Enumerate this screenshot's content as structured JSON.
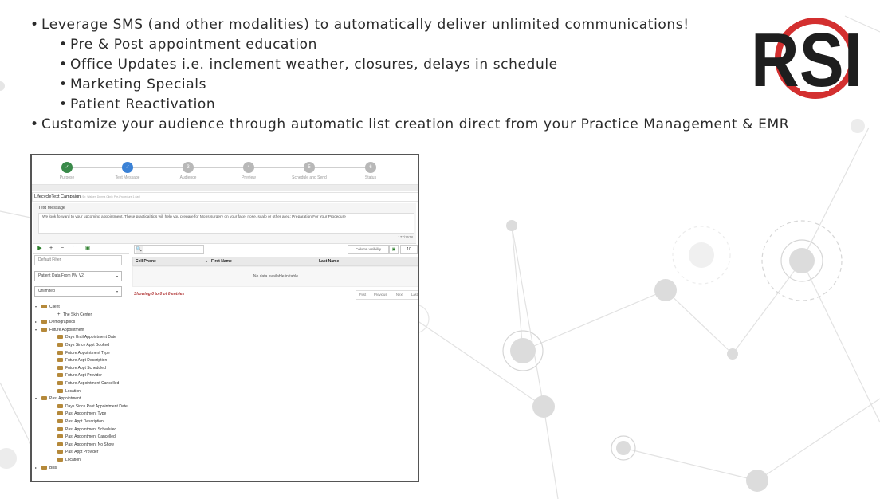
{
  "bullets": [
    {
      "level": 0,
      "text": "Leverage SMS (and other modalities) to automatically deliver unlimited communications!"
    },
    {
      "level": 1,
      "text": "Pre & Post appointment education"
    },
    {
      "level": 1,
      "text": "Office Updates i.e. inclement weather, closures, delays in schedule"
    },
    {
      "level": 1,
      "text": "Marketing Specials"
    },
    {
      "level": 1,
      "text": "Patient Reactivation"
    },
    {
      "level": 0,
      "text": "Customize your audience through automatic list creation direct from your Practice Management & EMR"
    }
  ],
  "logo": {
    "text": "RSI",
    "ring_color": "#d32f2f",
    "text_color": "#1e1e1e"
  },
  "app": {
    "steps": [
      {
        "num": "✓",
        "label": "Purpose",
        "state": "done",
        "color": "#3a8a4a"
      },
      {
        "num": "✓",
        "label": "Text Message",
        "state": "active",
        "color": "#3b82d6"
      },
      {
        "num": "3",
        "label": "Audience",
        "state": "pending",
        "color": "#b8b8b8"
      },
      {
        "num": "4",
        "label": "Preview",
        "state": "pending",
        "color": "#b8b8b8"
      },
      {
        "num": "5",
        "label": "Schedule and Send",
        "state": "pending",
        "color": "#b8b8b8"
      },
      {
        "num": "6",
        "label": "Status",
        "state": "pending",
        "color": "#b8b8b8"
      }
    ],
    "campaign_title": "LifecycleText Campaign",
    "campaign_subtitle": "(Dr. Walker, Derma Clinic Pre-Procedure 1 day)",
    "text_message_label": "Text Message",
    "text_message_value": "We look forward to your upcoming appointment. These practical tips will help you prepare for Mohs surgery on your face, nose, scalp or other area: Preparation For Your Procedure",
    "char_count": "177/1578",
    "toolbar": {
      "run": "▶",
      "add": "+",
      "remove": "−",
      "copy": "▢",
      "save": "▣"
    },
    "filter_placeholder": "Default Filter",
    "source_select": "Patient Data From PM V2",
    "limit_select": "Unlimited",
    "tree": [
      {
        "depth": 0,
        "toggle": "▾",
        "type": "folder",
        "label": "Client"
      },
      {
        "depth": 1,
        "toggle": "",
        "type": "plus",
        "label": "The Skin Center"
      },
      {
        "depth": 0,
        "toggle": "▸",
        "type": "folder",
        "label": "Demographics"
      },
      {
        "depth": 0,
        "toggle": "▾",
        "type": "folder",
        "label": "Future Appointment"
      },
      {
        "depth": 1,
        "toggle": "",
        "type": "folder",
        "label": "Days Until Appointment Date"
      },
      {
        "depth": 1,
        "toggle": "",
        "type": "folder",
        "label": "Days Since Appt Booked"
      },
      {
        "depth": 1,
        "toggle": "",
        "type": "folder",
        "label": "Future Appointment Type"
      },
      {
        "depth": 1,
        "toggle": "",
        "type": "folder",
        "label": "Future Appt Description"
      },
      {
        "depth": 1,
        "toggle": "",
        "type": "folder",
        "label": "Future Appt Scheduled"
      },
      {
        "depth": 1,
        "toggle": "",
        "type": "folder",
        "label": "Future Appt Provider"
      },
      {
        "depth": 1,
        "toggle": "",
        "type": "folder",
        "label": "Future Appointment Cancelled"
      },
      {
        "depth": 1,
        "toggle": "",
        "type": "folder",
        "label": "Location"
      },
      {
        "depth": 0,
        "toggle": "▾",
        "type": "folder",
        "label": "Past Appointment"
      },
      {
        "depth": 1,
        "toggle": "",
        "type": "folder",
        "label": "Days Since Past Appointment Date"
      },
      {
        "depth": 1,
        "toggle": "",
        "type": "folder",
        "label": "Past Appointment Type"
      },
      {
        "depth": 1,
        "toggle": "",
        "type": "folder",
        "label": "Past Appt Description"
      },
      {
        "depth": 1,
        "toggle": "",
        "type": "folder",
        "label": "Past Appointment Scheduled"
      },
      {
        "depth": 1,
        "toggle": "",
        "type": "folder",
        "label": "Past Appointment Cancelled"
      },
      {
        "depth": 1,
        "toggle": "",
        "type": "folder",
        "label": "Past Appointment No Show"
      },
      {
        "depth": 1,
        "toggle": "",
        "type": "folder",
        "label": "Past Appt Provider"
      },
      {
        "depth": 1,
        "toggle": "",
        "type": "folder",
        "label": "Location"
      },
      {
        "depth": 0,
        "toggle": "▸",
        "type": "folder",
        "label": "Bills"
      }
    ],
    "search_icon": "🔍",
    "column_visibility": "Column visibility",
    "page_size": "10",
    "columns": [
      "Cell Phone",
      "First Name",
      "Last Name"
    ],
    "no_data": "No data available in table",
    "showing": "Showing 0 to 0 of 0 entries",
    "pager": [
      "First",
      "Previous",
      "Next",
      "Last"
    ]
  }
}
